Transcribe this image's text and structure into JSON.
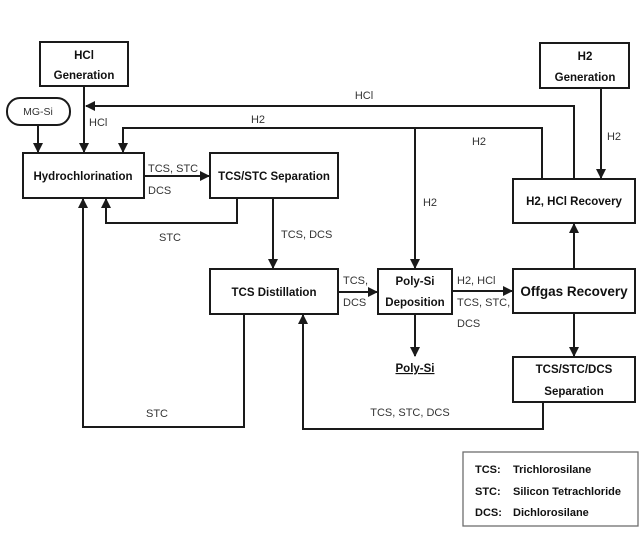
{
  "diagram": {
    "nodes": {
      "hcl_generation": {
        "line1": "HCl",
        "line2": "Generation"
      },
      "mg_si": {
        "label": "MG-Si"
      },
      "hydrochlorination": {
        "label": "Hydrochlorination"
      },
      "tcs_stc_separation": {
        "label": "TCS/STC Separation"
      },
      "h2_generation": {
        "line1": "H2",
        "line2": "Generation"
      },
      "h2_hcl_recovery": {
        "label": "H2, HCl Recovery"
      },
      "tcs_distillation": {
        "label": "TCS Distillation"
      },
      "poly_si_deposition": {
        "line1": "Poly-Si",
        "line2": "Deposition"
      },
      "offgas_recovery": {
        "label": "Offgas Recovery"
      },
      "tcs_stc_dcs_separation": {
        "line1": "TCS/STC/DCS",
        "line2": "Separation"
      }
    },
    "product": {
      "label": "Poly-Si"
    },
    "flows": {
      "hcl_feed": "HCl",
      "hcl_recycle": "HCl",
      "h2_recycle": "H2",
      "h2_to_hydro_right": "H2",
      "h2_to_deposition": "H2",
      "h2_generation_feed": "H2",
      "hydro_to_sep_line1": "TCS, STC",
      "hydro_to_sep_line2": "DCS",
      "sep_stc_return": "STC",
      "sep_to_distillation": "TCS, DCS",
      "distillation_to_deposition_line1": "TCS,",
      "distillation_to_deposition_line2": "DCS",
      "deposition_to_offgas_line1": "H2, HCl",
      "deposition_to_offgas_line2": "TCS, STC,",
      "deposition_to_offgas_line3": "DCS",
      "distillation_stc_return": "STC",
      "separation_return": "TCS, STC, DCS"
    },
    "legend": [
      {
        "abbr": "TCS:",
        "name": "Trichlorosilane"
      },
      {
        "abbr": "STC:",
        "name": "Silicon Tetrachloride"
      },
      {
        "abbr": "DCS:",
        "name": "Dichlorosilane"
      }
    ]
  }
}
